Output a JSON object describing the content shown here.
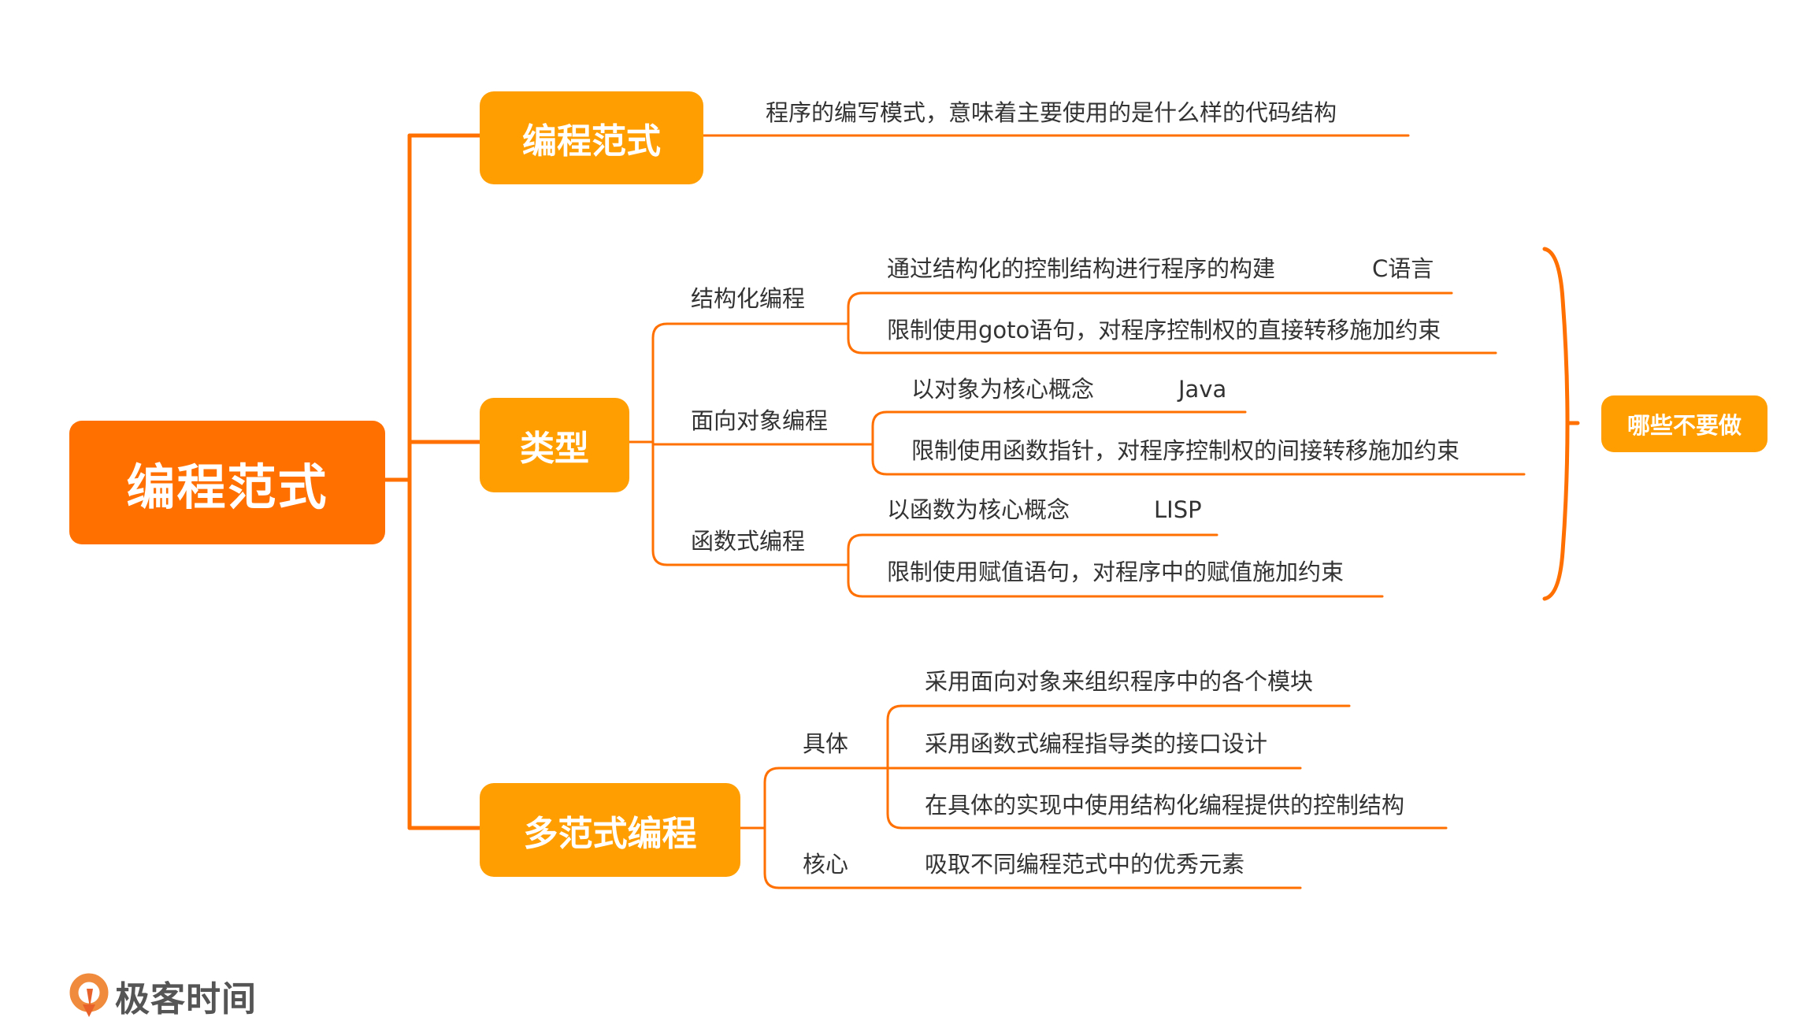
{
  "colors": {
    "root": "#FF7000",
    "branch": "#FF9E00",
    "line": "#FF7000",
    "text": "#333333"
  },
  "root": {
    "label": "编程范式"
  },
  "branches": [
    {
      "label": "编程范式",
      "description": "程序的编写模式，意味着主要使用的是什么样的代码结构"
    },
    {
      "label": "类型",
      "children": [
        {
          "label": "结构化编程",
          "items": [
            "通过结构化的控制结构进行程序的构建",
            "限制使用goto语句，对程序控制权的直接转移施加约束"
          ],
          "example": "C语言"
        },
        {
          "label": "面向对象编程",
          "items": [
            "以对象为核心概念",
            "限制使用函数指针，对程序控制权的间接转移施加约束"
          ],
          "example": "Java"
        },
        {
          "label": "函数式编程",
          "items": [
            "以函数为核心概念",
            "限制使用赋值语句，对程序中的赋值施加约束"
          ],
          "example": "LISP"
        }
      ],
      "summary": "哪些不要做"
    },
    {
      "label": "多范式编程",
      "children": [
        {
          "label": "具体",
          "items": [
            "采用面向对象来组织程序中的各个模块",
            "采用函数式编程指导类的接口设计",
            "在具体的实现中使用结构化编程提供的控制结构"
          ]
        },
        {
          "label": "核心",
          "items": [
            "吸取不同编程范式中的优秀元素"
          ]
        }
      ]
    }
  ],
  "brand": {
    "logo_icon": "geektime-logo-icon",
    "name": "极客时间"
  }
}
